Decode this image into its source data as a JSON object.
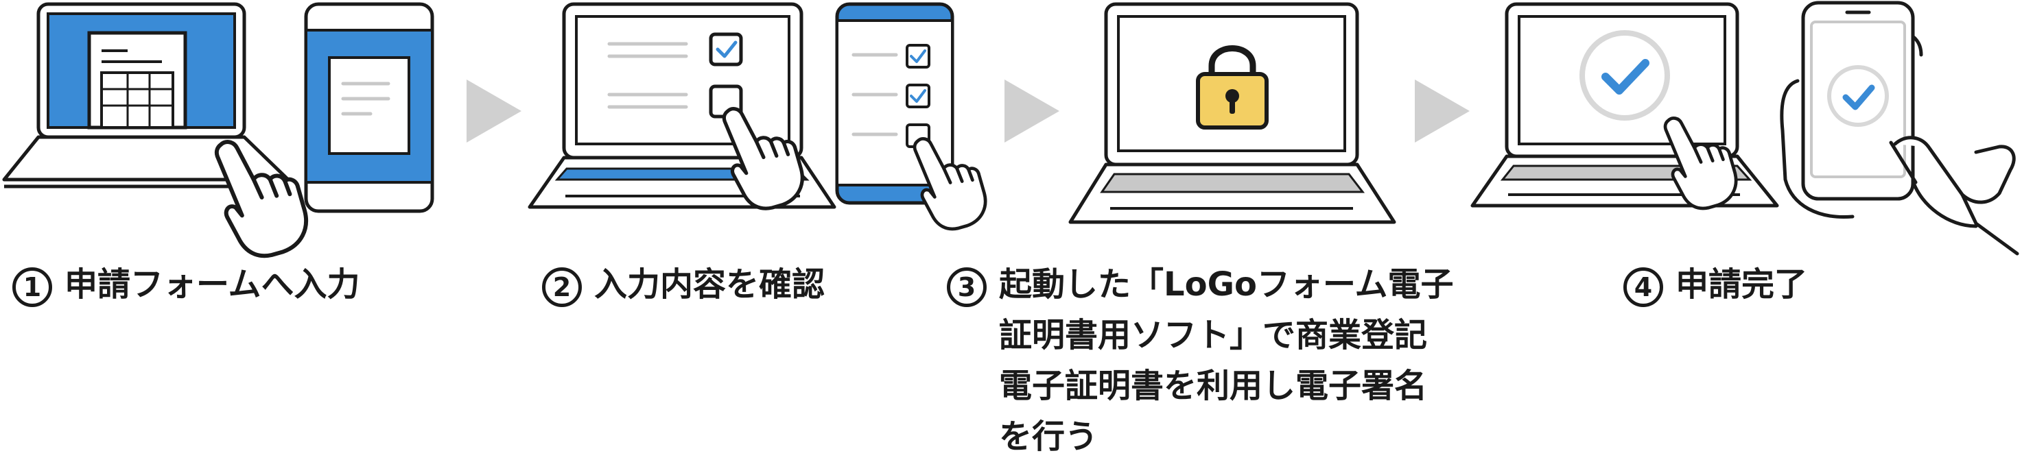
{
  "colors": {
    "accent_blue": "#3a8bd6",
    "lock_yellow": "#f3cf63",
    "outline": "#1a1a1a",
    "grey_key": "#c8c8c8",
    "arrow_grey": "#d0d0d0"
  },
  "icons": {
    "panel1": [
      "laptop-icon",
      "form-icon",
      "smartphone-icon",
      "pointing-hand-icon"
    ],
    "panel2": [
      "laptop-icon",
      "checkbox-icon",
      "smartphone-icon",
      "pointing-hand-icon"
    ],
    "panel3": [
      "laptop-icon",
      "padlock-icon"
    ],
    "panel4": [
      "laptop-icon",
      "checkmark-circle-icon",
      "smartphone-icon",
      "hand-icon"
    ]
  },
  "steps": [
    {
      "number": "1",
      "label": "申請フォームへ入力"
    },
    {
      "number": "2",
      "label": "入力内容を確認"
    },
    {
      "number": "3",
      "label": "起動した「LoGoフォーム電子\n証明書用ソフト」で商業登記\n電子証明書を利用し電子署名\nを行う"
    },
    {
      "number": "4",
      "label": "申請完了"
    }
  ]
}
